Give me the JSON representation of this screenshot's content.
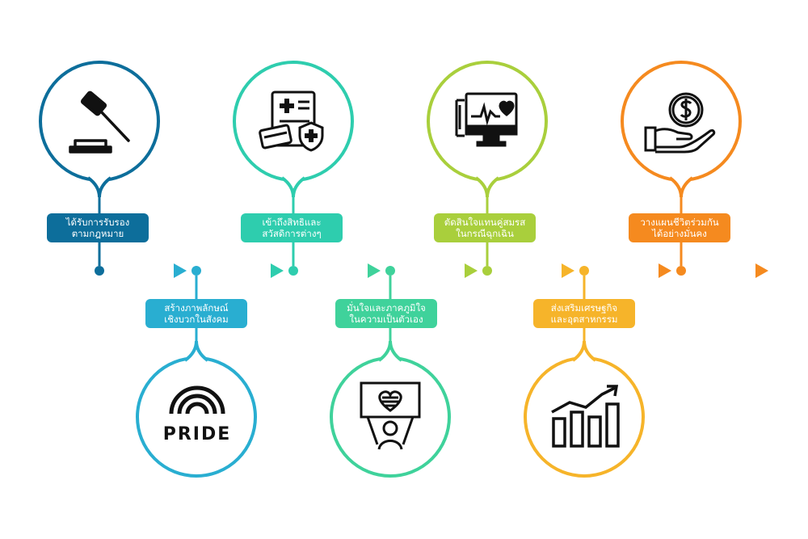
{
  "colors": {
    "step1": "#0d6e9b",
    "step2": "#29aed1",
    "step3": "#2ecdae",
    "step4": "#3fd29b",
    "step5": "#a9cf3c",
    "step6": "#f6b42a",
    "step7": "#f58a1f",
    "icon": "#111111"
  },
  "steps": [
    {
      "id": "legal-recognition",
      "line1": "ได้รับการรับรอง",
      "line2": "ตามกฎหมาย",
      "icon": "gavel-icon"
    },
    {
      "id": "positive-image",
      "line1": "สร้างภาพลักษณ์",
      "line2": "เชิงบวกในสังคม",
      "icon": "pride-rainbow-icon"
    },
    {
      "id": "welfare-access",
      "line1": "เข้าถึงสิทธิและ",
      "line2": "สวัสดิการต่างๆ",
      "icon": "medical-benefits-icon"
    },
    {
      "id": "self-confidence",
      "line1": "มั่นใจและภาคภูมิใจ",
      "line2": "ในความเป็นตัวเอง",
      "icon": "person-holding-heart-sign-icon"
    },
    {
      "id": "emergency-decisions",
      "line1": "ตัดสินใจแทนคู่สมรส",
      "line2": "ในกรณีฉุกเฉิน",
      "icon": "heart-monitor-icon"
    },
    {
      "id": "economy-tourism",
      "line1": "ส่งเสริมเศรษฐกิจ",
      "line2": "และอุตสาหกรรม",
      "icon": "growth-chart-icon"
    },
    {
      "id": "stable-life",
      "line1": "วางแผนชีวิตร่วมกัน",
      "line2": "ได้อย่างมั่นคง",
      "icon": "hand-dollar-icon"
    }
  ],
  "pride_word": "PRIDE"
}
